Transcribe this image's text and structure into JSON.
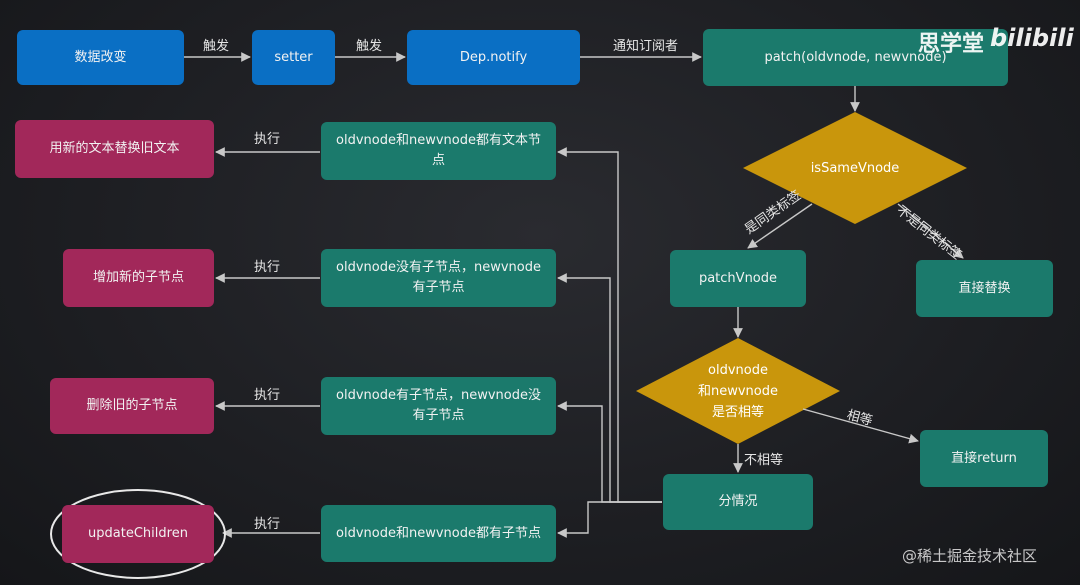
{
  "nodes": {
    "data_change": "数据改变",
    "setter": "setter",
    "dep_notify": "Dep.notify",
    "patch": "patch(oldvnode, newvnode)",
    "is_same_vnode": "isSameVnode",
    "patch_vnode": "patchVnode",
    "replace_direct": "直接替换",
    "equal_check_line1": "oldvnode",
    "equal_check_line2": "和newvnode",
    "equal_check_line3": "是否相等",
    "return_direct": "直接return",
    "split_cases": "分情况",
    "cond_text_line1": "oldvnode和newvnode都有文本节",
    "cond_text_line2": "点",
    "cond_add_line1": "oldvnode没有子节点，newvnode",
    "cond_add_line2": "有子节点",
    "cond_remove_line1": "oldvnode有子节点，newvnode没",
    "cond_remove_line2": "有子节点",
    "cond_both": "oldvnode和newvnode都有子节点",
    "act_replace_text": "用新的文本替换旧文本",
    "act_add_children": "增加新的子节点",
    "act_remove_children": "删除旧的子节点",
    "act_update_children": "updateChildren"
  },
  "edge_labels": {
    "trigger1": "触发",
    "trigger2": "触发",
    "notify_subscribers": "通知订阅者",
    "same_tag": "是同类标签",
    "not_same_tag": "不是同类标签",
    "equal": "相等",
    "not_equal": "不相等",
    "exec1": "执行",
    "exec2": "执行",
    "exec3": "执行",
    "exec4": "执行"
  },
  "brand": {
    "channel": "思学堂",
    "platform": "bilibili"
  },
  "watermark": "@稀土掘金技术社区",
  "colors": {
    "blue": "#0a6fc4",
    "teal": "#1b7a6c",
    "pink": "#a2285a",
    "gold": "#c9960c",
    "arrow": "#c8c8c8"
  }
}
